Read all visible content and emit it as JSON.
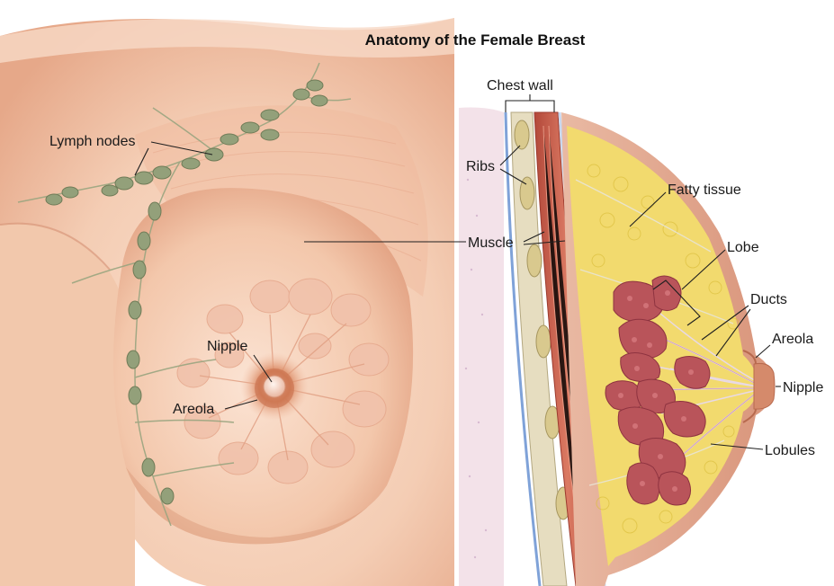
{
  "title": "Anatomy of the Female Breast",
  "labels": {
    "lymph_nodes": "Lymph nodes",
    "nipple_front": "Nipple",
    "areola_front": "Areola",
    "chest_wall": "Chest wall",
    "ribs": "Ribs",
    "muscle": "Muscle",
    "fatty_tissue": "Fatty tissue",
    "lobe": "Lobe",
    "ducts": "Ducts",
    "areola_side": "Areola",
    "nipple_side": "Nipple",
    "lobules": "Lobules"
  },
  "colors": {
    "skin": "#f4cdb4",
    "skin_shadow": "#e9ac8e",
    "lymph_node": "#8f9b74",
    "fat": "#f2da6e",
    "lobule": "#b9545a",
    "muscle": "#cf6b55",
    "chest_wall_bone": "#dfd3a6",
    "pleura": "#7fa2d8"
  },
  "icons": [
    "front-view-illustration",
    "cross-section-illustration"
  ]
}
